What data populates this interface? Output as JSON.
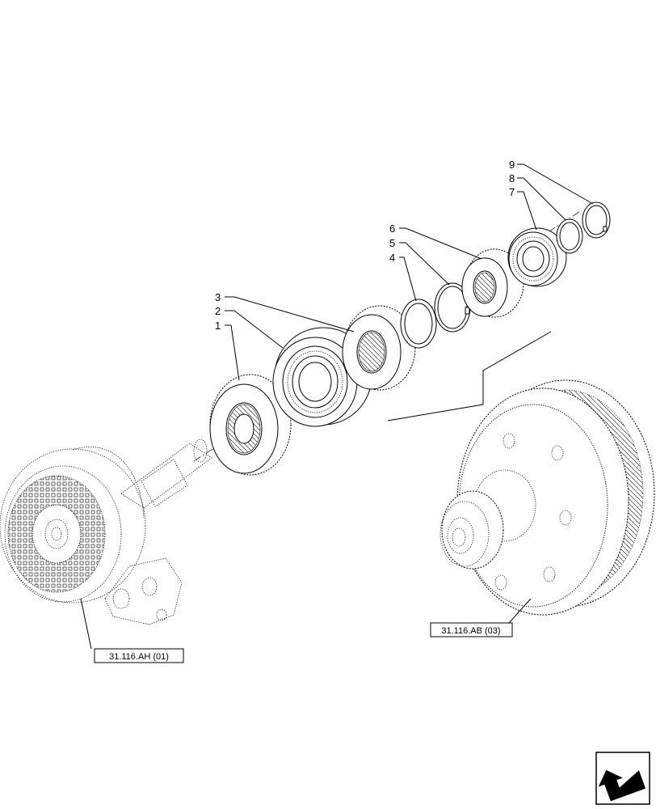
{
  "callouts": [
    {
      "id": "1",
      "label": "1"
    },
    {
      "id": "2",
      "label": "2"
    },
    {
      "id": "3",
      "label": "3"
    },
    {
      "id": "4",
      "label": "4"
    },
    {
      "id": "5",
      "label": "5"
    },
    {
      "id": "6",
      "label": "6"
    },
    {
      "id": "7",
      "label": "7"
    },
    {
      "id": "8",
      "label": "8"
    },
    {
      "id": "9",
      "label": "9"
    }
  ],
  "references": {
    "left": "31.116.AH (01)",
    "right": "31.116.AB (03)"
  },
  "icons": {
    "nav": "next-page-arrow-icon"
  }
}
